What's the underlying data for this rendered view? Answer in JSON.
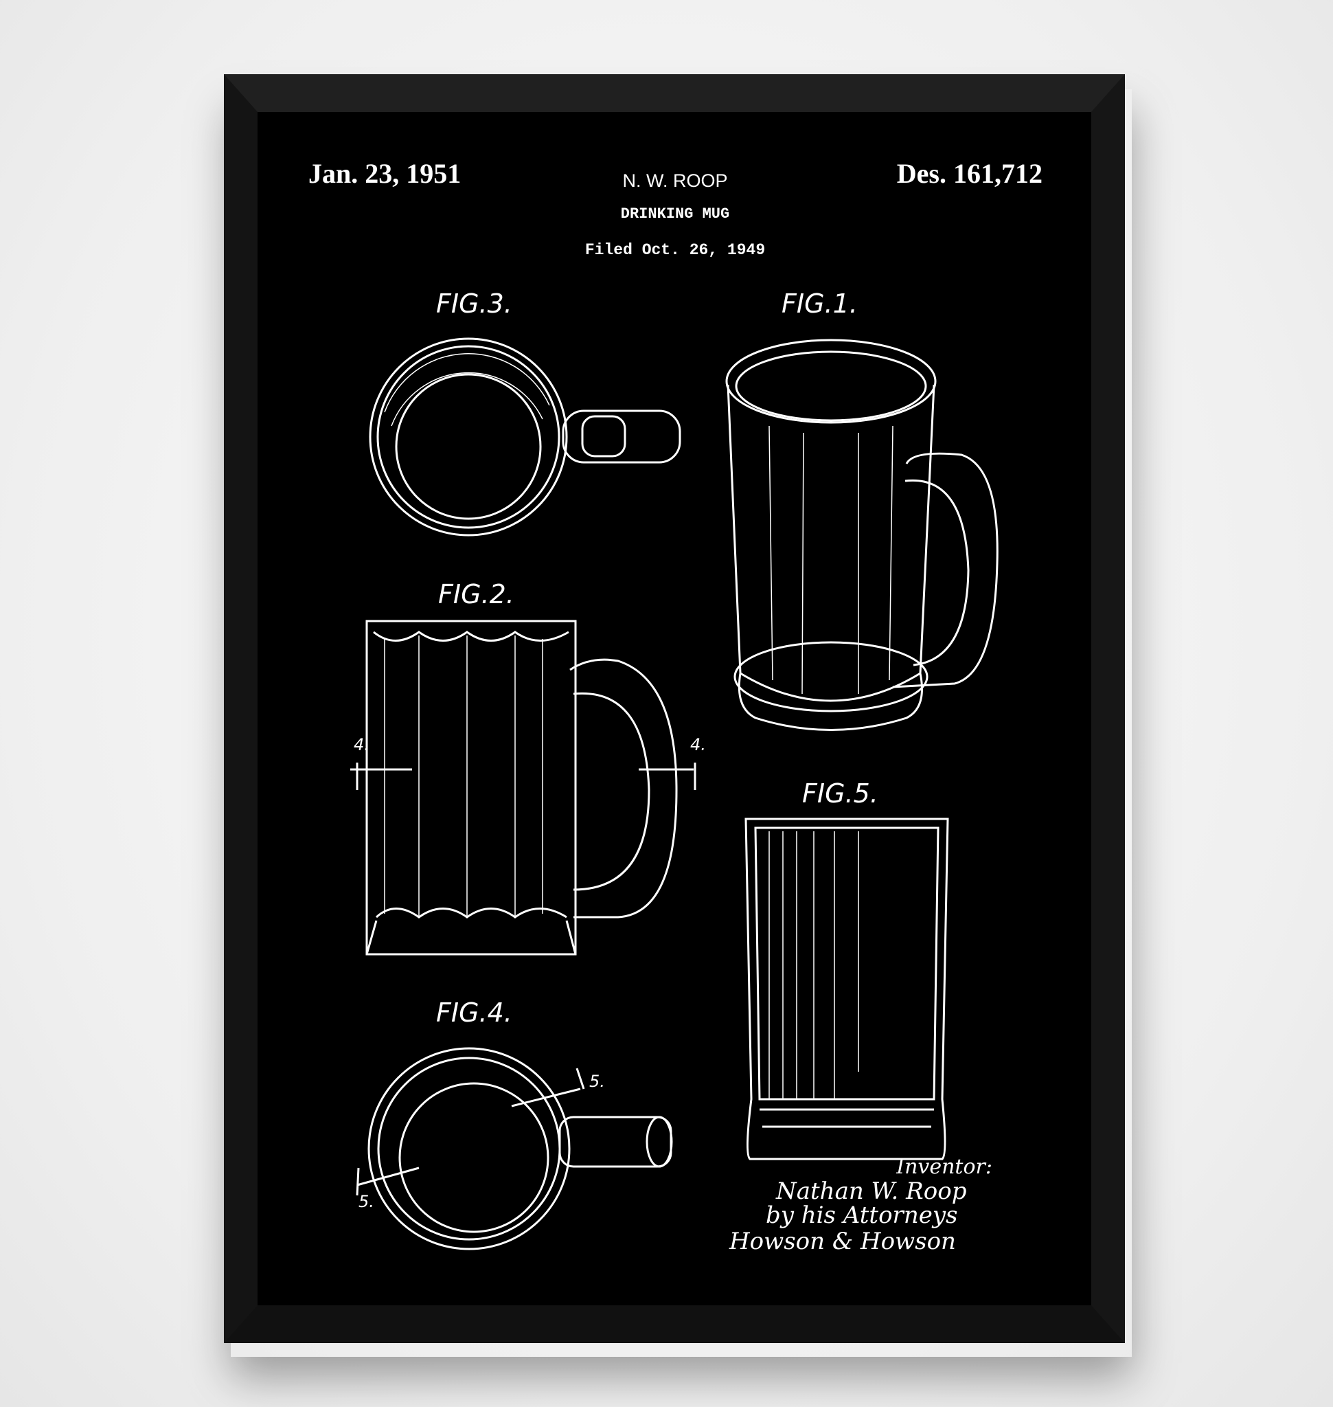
{
  "header": {
    "date": "Jan. 23, 1951",
    "inventor_short": "N. W. ROOP",
    "title": "DRINKING MUG",
    "filed": "Filed Oct. 26, 1949",
    "patent_number": "Des. 161,712"
  },
  "figures": {
    "fig1": "FIG.1.",
    "fig2": "FIG.2.",
    "fig3": "FIG.3.",
    "fig4": "FIG.4.",
    "fig5": "FIG.5."
  },
  "section_marks": {
    "four": "4.",
    "five": "5."
  },
  "signature": {
    "inventor_label": "Inventor:",
    "inventor_name": "Nathan W. Roop",
    "attorneys_label": "by his Attorneys",
    "attorneys_name": "Howson & Howson"
  },
  "colors": {
    "frame": "#1a1a1a",
    "art_background": "#000000",
    "ink": "#ffffff",
    "wall": "#f4f4f4"
  }
}
